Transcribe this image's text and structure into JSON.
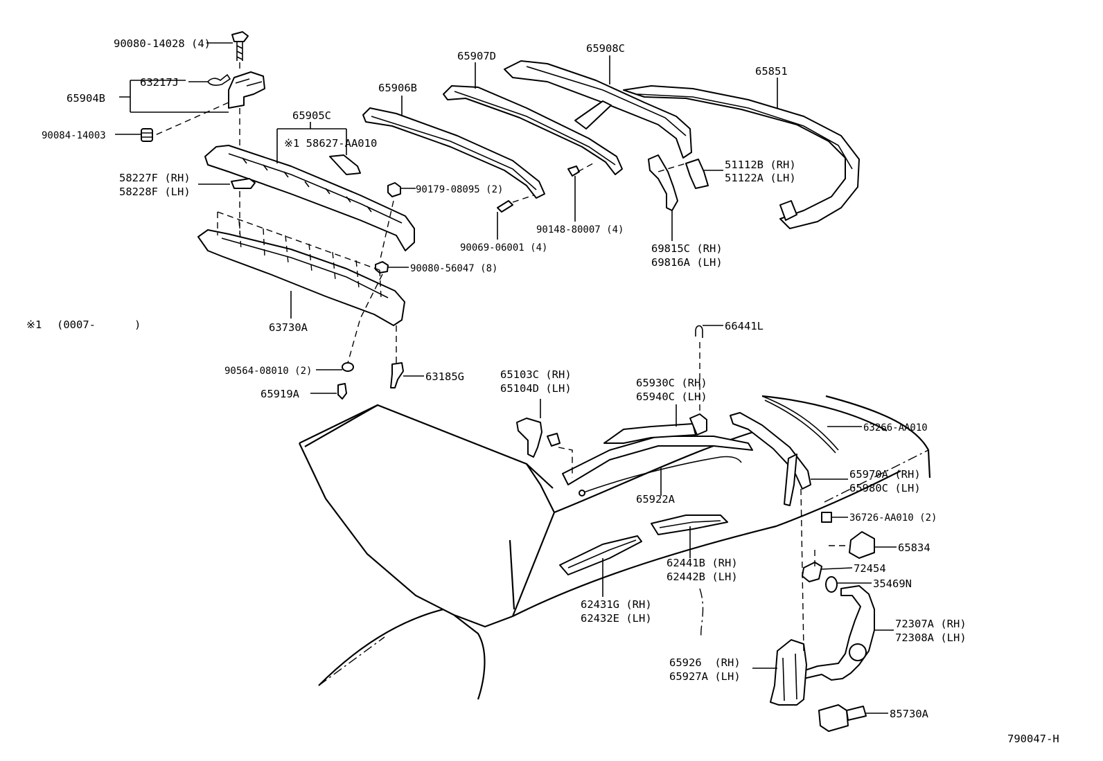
{
  "drawing_id": "790047-H",
  "note": {
    "mark": "※1",
    "range": "(0007-      )"
  },
  "callouts": [
    {
      "id": "c1",
      "text": "90080-14028 (4)"
    },
    {
      "id": "c2",
      "text": "63217J"
    },
    {
      "id": "c3",
      "text": "65904B"
    },
    {
      "id": "c4",
      "text": "90084-14003"
    },
    {
      "id": "c5",
      "text": "65905C"
    },
    {
      "id": "c6",
      "text": "※1 58627-AA010"
    },
    {
      "id": "c7",
      "text": "58227F (RH)"
    },
    {
      "id": "c8",
      "text": "58228F (LH)"
    },
    {
      "id": "c9",
      "text": "90179-08095 (2)"
    },
    {
      "id": "c10",
      "text": "90080-56047 (8)"
    },
    {
      "id": "c11",
      "text": "63730A"
    },
    {
      "id": "c12",
      "text": "90564-08010 (2)"
    },
    {
      "id": "c13",
      "text": "65919A"
    },
    {
      "id": "c14",
      "text": "63185G"
    },
    {
      "id": "c15",
      "text": "65906B"
    },
    {
      "id": "c16",
      "text": "65907D"
    },
    {
      "id": "c17",
      "text": "65908C"
    },
    {
      "id": "c18",
      "text": "65851"
    },
    {
      "id": "c19",
      "text": "90069-06001 (4)"
    },
    {
      "id": "c20",
      "text": "90148-80007 (4)"
    },
    {
      "id": "c21",
      "text": "51112B (RH)"
    },
    {
      "id": "c22",
      "text": "51122A (LH)"
    },
    {
      "id": "c23",
      "text": "69815C (RH)"
    },
    {
      "id": "c24",
      "text": "69816A (LH)"
    },
    {
      "id": "c25",
      "text": "66441L"
    },
    {
      "id": "c26",
      "text": "65103C (RH)"
    },
    {
      "id": "c27",
      "text": "65104D (LH)"
    },
    {
      "id": "c28",
      "text": "65930C (RH)"
    },
    {
      "id": "c29",
      "text": "65940C (LH)"
    },
    {
      "id": "c30",
      "text": "63266-AA010"
    },
    {
      "id": "c31",
      "text": "65922A"
    },
    {
      "id": "c32",
      "text": "65970A (RH)"
    },
    {
      "id": "c33",
      "text": "65980C (LH)"
    },
    {
      "id": "c34",
      "text": "36726-AA010 (2)"
    },
    {
      "id": "c35",
      "text": "65834"
    },
    {
      "id": "c36",
      "text": "72454"
    },
    {
      "id": "c37",
      "text": "35469N"
    },
    {
      "id": "c38",
      "text": "62441B (RH)"
    },
    {
      "id": "c39",
      "text": "62442B (LH)"
    },
    {
      "id": "c40",
      "text": "62431G (RH)"
    },
    {
      "id": "c41",
      "text": "62432E (LH)"
    },
    {
      "id": "c42",
      "text": "72307A (RH)"
    },
    {
      "id": "c43",
      "text": "72308A (LH)"
    },
    {
      "id": "c44",
      "text": "65926  (RH)"
    },
    {
      "id": "c45",
      "text": "65927A (LH)"
    },
    {
      "id": "c46",
      "text": "85730A"
    }
  ]
}
